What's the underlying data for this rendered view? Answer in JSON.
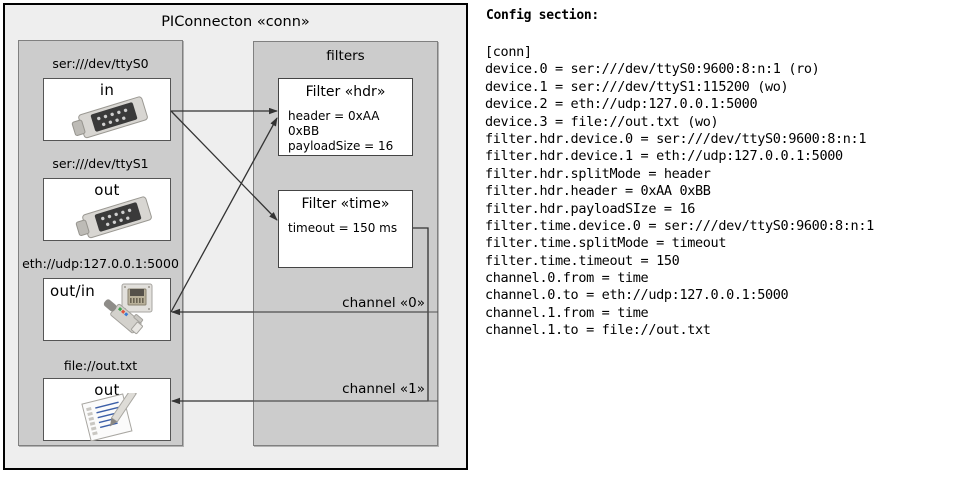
{
  "diagram": {
    "title": "PIConnecton «conn»",
    "devices_panel": {
      "title": "",
      "devices": [
        {
          "label": "ser:///dev/ttyS0",
          "io": "in",
          "icon": "serial-port-icon"
        },
        {
          "label": "ser:///dev/ttyS1",
          "io": "out",
          "icon": "serial-port-icon"
        },
        {
          "label": "eth://udp:127.0.0.1:5000",
          "io": "out/in",
          "icon": "ethernet-jack-icon"
        },
        {
          "label": "file://out.txt",
          "io": "out",
          "icon": "text-file-icon"
        }
      ]
    },
    "filters_panel": {
      "title": "filters",
      "filters": [
        {
          "title": "Filter «hdr»",
          "props": [
            "header = 0xAA 0xBB",
            "payloadSize = 16"
          ]
        },
        {
          "title": "Filter «time»",
          "props": [
            "timeout = 150 ms"
          ]
        }
      ]
    },
    "channels": [
      {
        "label": "channel «0»"
      },
      {
        "label": "channel «1»"
      }
    ],
    "colors": {
      "outer_bg": "#eeeeee",
      "panel_bg": "#cccccc",
      "box_bg": "#ffffff",
      "border": "#000000",
      "line": "#333333"
    }
  },
  "config": {
    "heading": "Config section:",
    "lines": [
      "[conn]",
      "device.0 = ser:///dev/ttyS0:9600:8:n:1 (ro)",
      "device.1 = ser:///dev/ttyS1:115200 (wo)",
      "device.2 = eth://udp:127.0.0.1:5000",
      "device.3 = file://out.txt (wo)",
      "filter.hdr.device.0 = ser:///dev/ttyS0:9600:8:n:1",
      "filter.hdr.device.1 = eth://udp:127.0.0.1:5000",
      "filter.hdr.splitMode = header",
      "filter.hdr.header = 0xAA 0xBB",
      "filter.hdr.payloadSIze = 16",
      "filter.time.device.0 = ser:///dev/ttyS0:9600:8:n:1",
      "filter.time.splitMode = timeout",
      "filter.time.timeout = 150",
      "channel.0.from = time",
      "channel.0.to = eth://udp:127.0.0.1:5000",
      "channel.1.from = time",
      "channel.1.to = file://out.txt"
    ]
  }
}
